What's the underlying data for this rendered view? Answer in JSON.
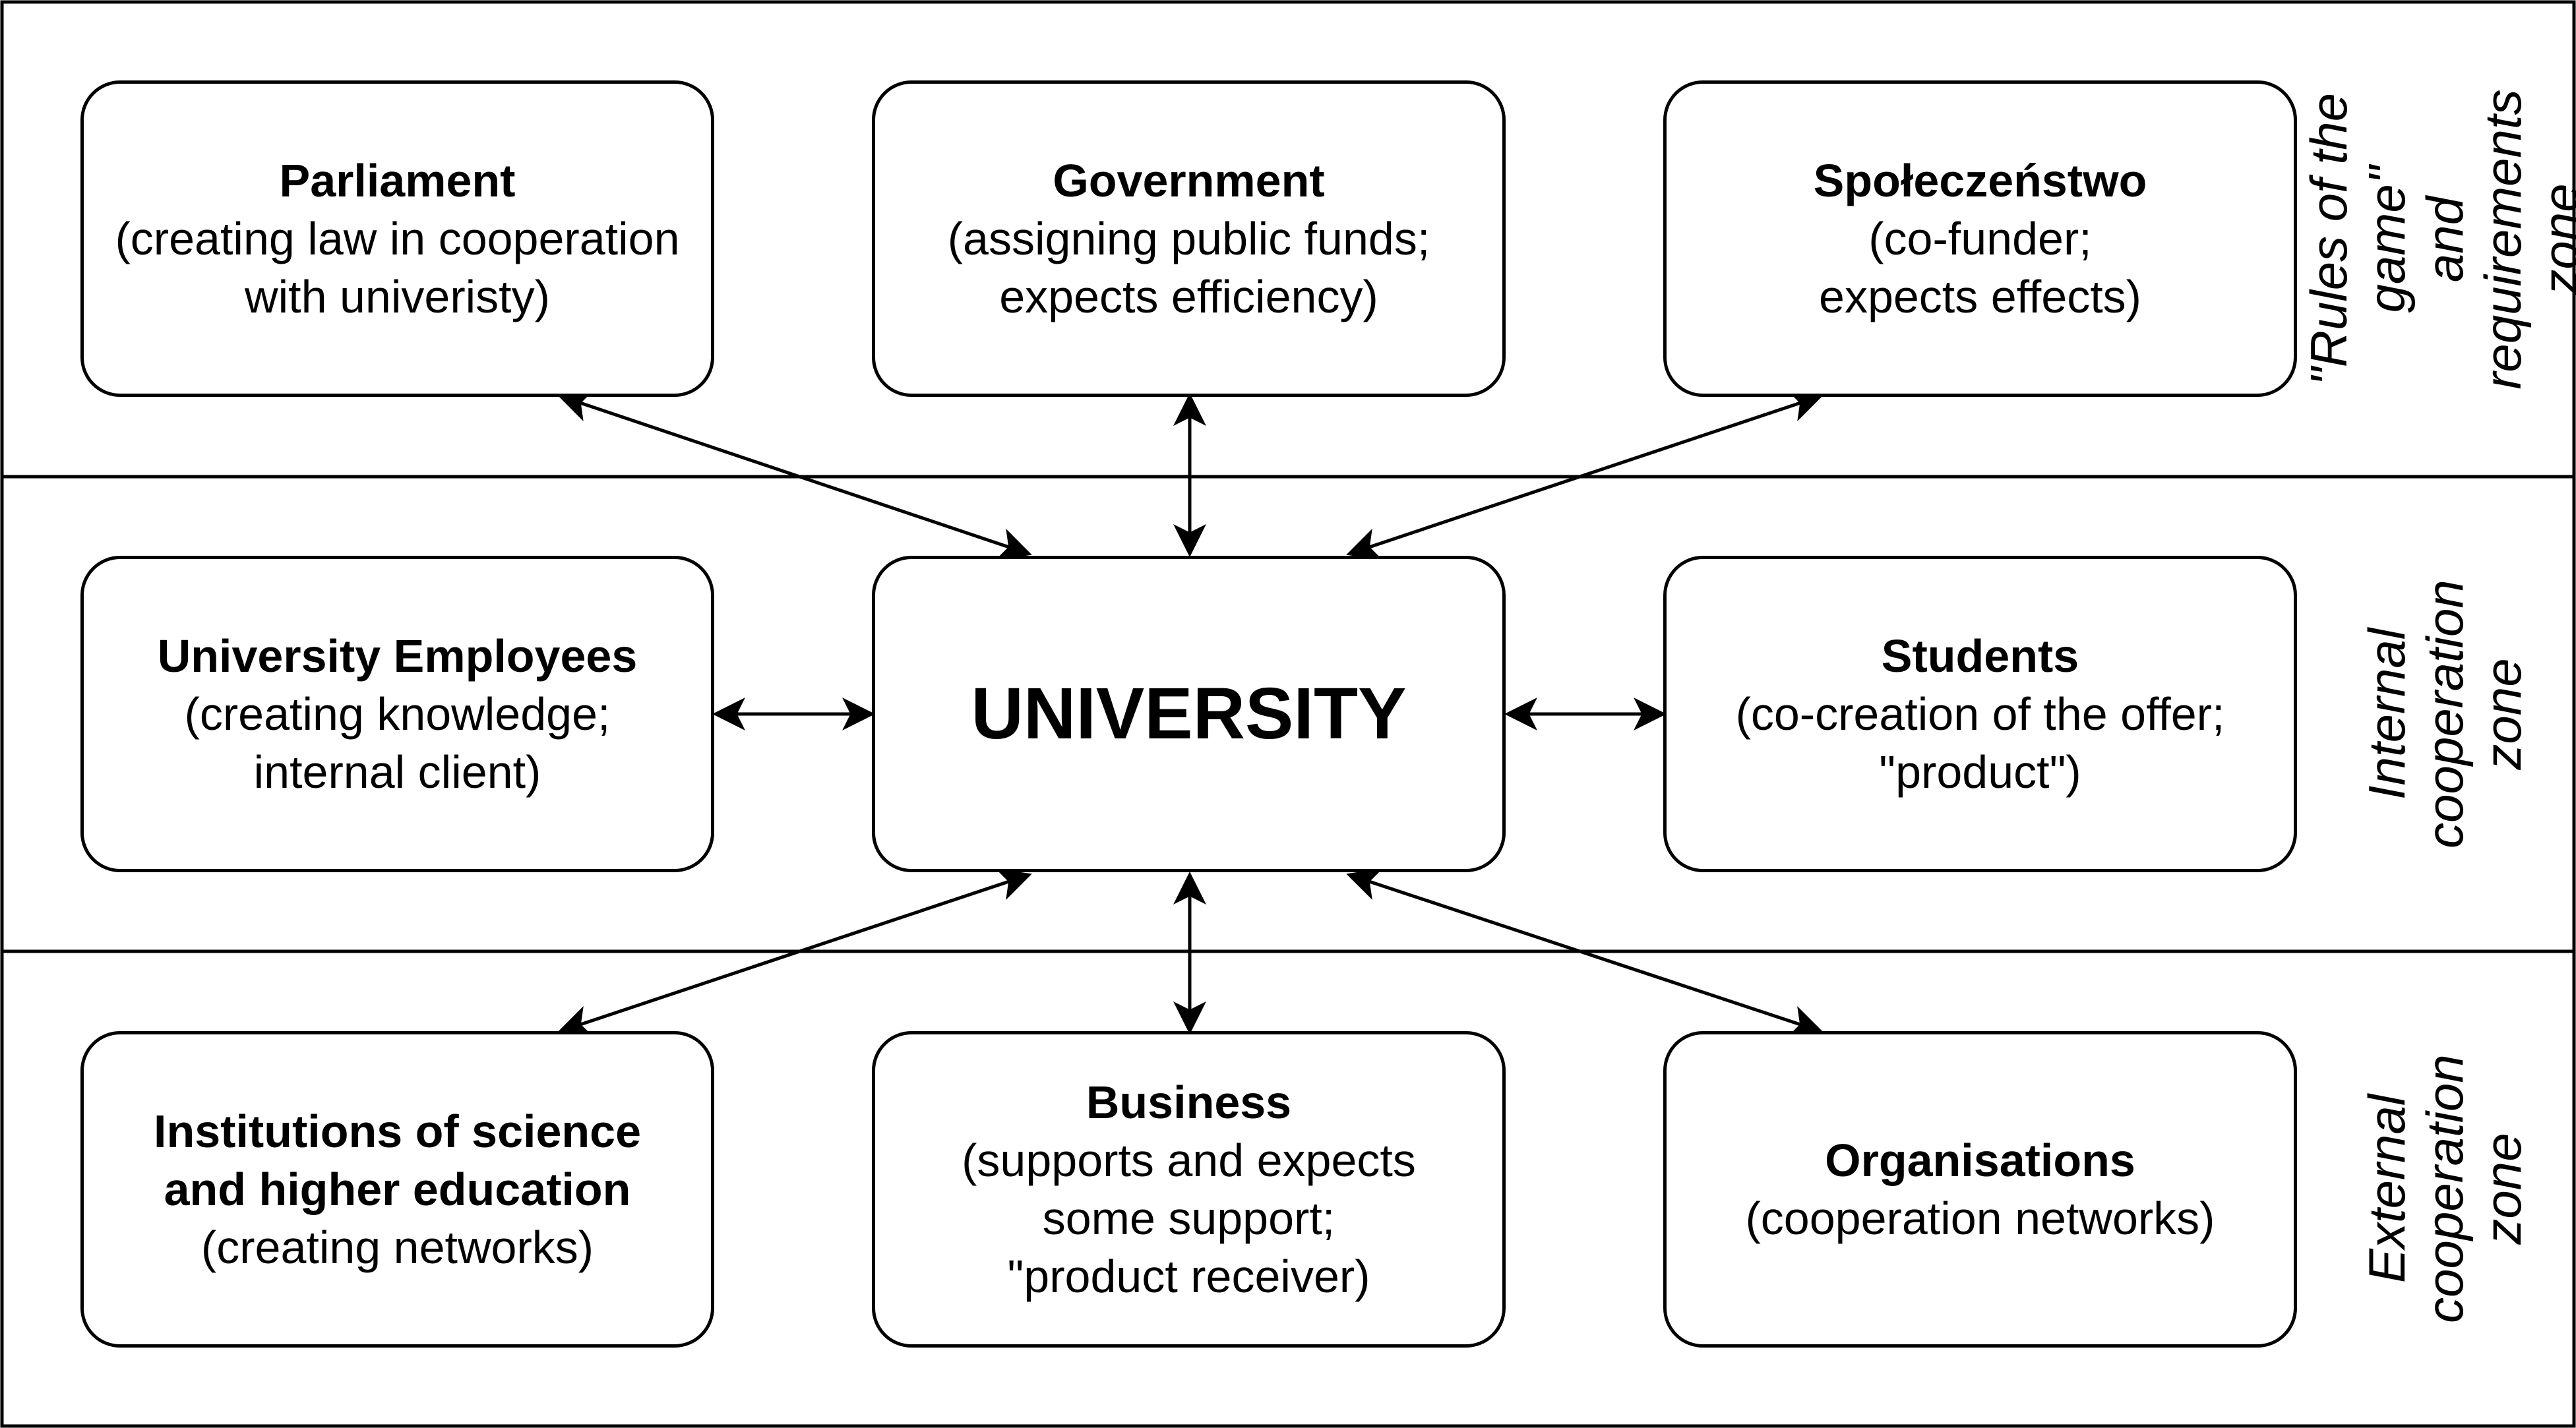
{
  "zones": {
    "top": "\"Rules of the game\"\nand requirements\nzone",
    "middle": "Internal\ncooperation\nzone",
    "bottom": "External\ncooperation\nzone"
  },
  "nodes": {
    "parliament": {
      "title": "Parliament",
      "desc": "(creating law in cooperation\nwith univeristy)"
    },
    "government": {
      "title": "Government",
      "desc": "(assigning public funds;\nexpects efficiency)"
    },
    "society": {
      "title": "Społeczeństwo",
      "desc": "(co-funder;\nexpects effects)"
    },
    "employees": {
      "title": "University Employees",
      "desc": "(creating knowledge;\ninternal client)"
    },
    "university": {
      "title": "UNIVERSITY"
    },
    "students": {
      "title": "Students",
      "desc": "(co-creation of the offer;\n\"product\")"
    },
    "institutions": {
      "title": "Institutions of science\nand higher education",
      "desc": "(creating networks)"
    },
    "business": {
      "title": "Business",
      "desc": "(supports and expects\nsome support;\n\"product receiver)"
    },
    "organisations": {
      "title": "Organisations",
      "desc": "(cooperation networks)"
    }
  }
}
